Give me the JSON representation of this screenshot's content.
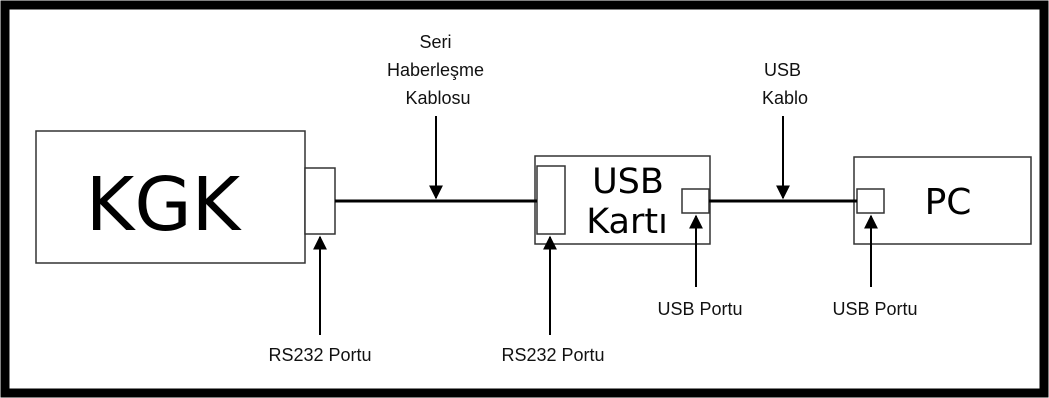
{
  "blocks": {
    "kgk": "KGK",
    "usb_card_line1": "USB",
    "usb_card_line2": "Kartı",
    "pc": "PC"
  },
  "cables": {
    "serial": [
      "Seri",
      "Haberleşme",
      "Kablosu"
    ],
    "usb": [
      "USB",
      "Kablo"
    ]
  },
  "ports": {
    "rs232_kgk": "RS232 Portu",
    "rs232_card": "RS232 Portu",
    "usb_card": "USB Portu",
    "usb_pc": "USB Portu"
  }
}
